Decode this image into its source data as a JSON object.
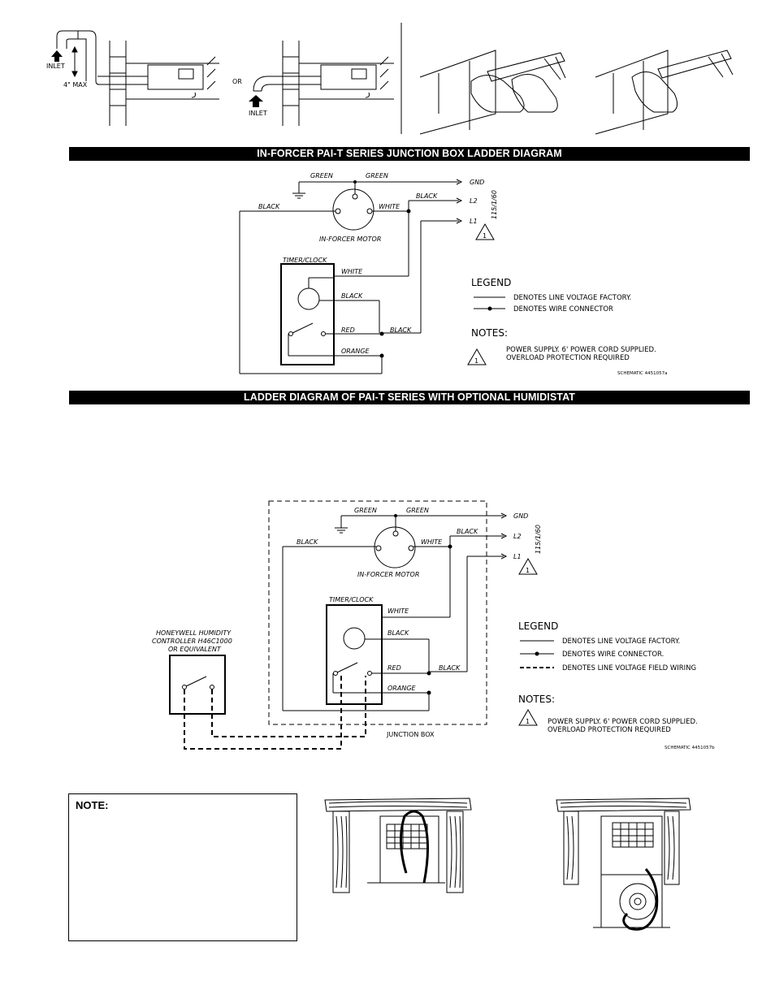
{
  "banners": {
    "first": "IN-FORCER PAI-T SERIES JUNCTION BOX LADDER DIAGRAM",
    "second": "LADDER DIAGRAM OF PAI-T SERIES WITH OPTIONAL HUMIDISTAT"
  },
  "install_figures": {
    "inlet": "INLET",
    "max": "4\" MAX",
    "or": "OR"
  },
  "diagram1": {
    "green_left": "GREEN",
    "green_right": "GREEN",
    "black_left": "BLACK",
    "black_top": "BLACK",
    "white": "WHITE",
    "motor": "IN-FORCER MOTOR",
    "timer": "TIMER/CLOCK",
    "timer_white": "WHITE",
    "timer_black": "BLACK",
    "red": "RED",
    "red_black": "BLACK",
    "orange": "ORANGE",
    "gnd": "GND",
    "l2": "L2",
    "l1": "L1",
    "power": "115/1/60",
    "warning_num": "1",
    "legend_title": "LEGEND",
    "legend_line": "DENOTES LINE VOLTAGE FACTORY.",
    "legend_connector": "DENOTES WIRE CONNECTOR",
    "notes_title": "NOTES:",
    "note_line1": "POWER SUPPLY. 6' POWER CORD SUPPLIED.",
    "note_line2": "OVERLOAD PROTECTION REQUIRED",
    "schematic": "SCHEMATIC 4451057a"
  },
  "diagram2": {
    "green_left": "GREEN",
    "green_right": "GREEN",
    "black_left": "BLACK",
    "black_top": "BLACK",
    "white": "WHITE",
    "motor": "IN-FORCER MOTOR",
    "timer": "TIMER/CLOCK",
    "timer_white": "WHITE",
    "timer_black": "BLACK",
    "red": "RED",
    "red_black": "BLACK",
    "orange": "ORANGE",
    "gnd": "GND",
    "l2": "L2",
    "l1": "L1",
    "power": "115/1/60",
    "warning_num": "1",
    "humidistat_line1": "HONEYWELL HUMIDITY",
    "humidistat_line2": "CONTROLLER H46C1000",
    "humidistat_line3": "OR EQUIVALENT",
    "junction_box": "JUNCTION BOX",
    "legend_title": "LEGEND",
    "legend_line": "DENOTES LINE VOLTAGE FACTORY.",
    "legend_connector": "DENOTES WIRE CONNECTOR.",
    "legend_field": "DENOTES LINE VOLTAGE FIELD WIRING",
    "notes_title": "NOTES:",
    "note_line1": "POWER SUPPLY. 6' POWER CORD SUPPLIED.",
    "note_line2": "OVERLOAD PROTECTION REQUIRED",
    "schematic": "SCHEMATIC 4451057b"
  },
  "note_box": {
    "title": "NOTE:"
  }
}
